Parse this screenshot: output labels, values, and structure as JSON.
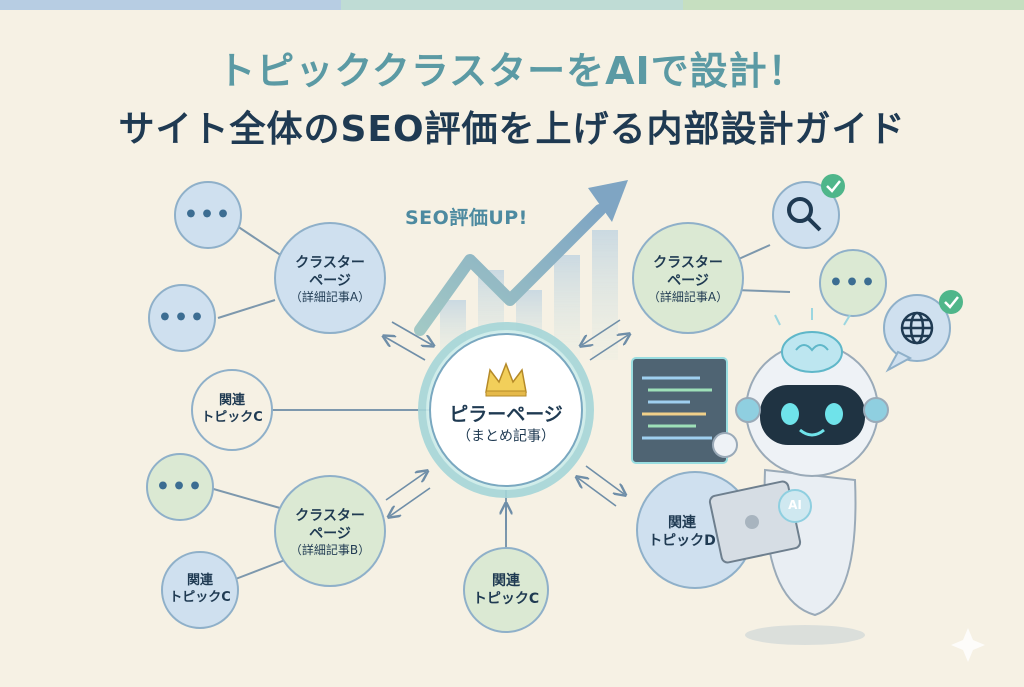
{
  "title": {
    "line1": "トピッククラスターをAIで設計！",
    "line2": "サイト全体のSEO評価を上げる内部設計ガイド"
  },
  "seo_badge": "SEO評価UP!",
  "pillar": {
    "title": "ピラーページ",
    "subtitle": "（まとめ記事）"
  },
  "cluster_left_top": {
    "line1": "クラスター",
    "line2": "ページ",
    "line3": "（詳細記事A）"
  },
  "cluster_left_bottom": {
    "line1": "クラスター",
    "line2": "ページ",
    "line3": "（詳細記事B）"
  },
  "cluster_right_top": {
    "line1": "クラスター",
    "line2": "ページ",
    "line3": "（詳細記事A）"
  },
  "related_left": {
    "line1": "関連",
    "line2": "トピックC"
  },
  "related_bottom_left": {
    "line1": "関連",
    "line2": "トピックC"
  },
  "related_bottom": {
    "line1": "関連",
    "line2": "トピックC"
  },
  "related_right": {
    "line1": "関連",
    "line2": "トピックD"
  },
  "placeholder_dots": "•••",
  "robot_badge": "AI",
  "colors": {
    "title_teal": "#5b9aa4",
    "title_navy": "#1f3a52",
    "node_blue": "#cfe0ef",
    "node_green": "#dbe9d3",
    "node_stroke": "#8fb0c9",
    "check_green": "#4fb68a"
  },
  "icons": [
    "crown-icon",
    "search-icon",
    "globe-icon",
    "check-icon",
    "brain-icon",
    "tablet-icon",
    "code-screen-icon"
  ]
}
